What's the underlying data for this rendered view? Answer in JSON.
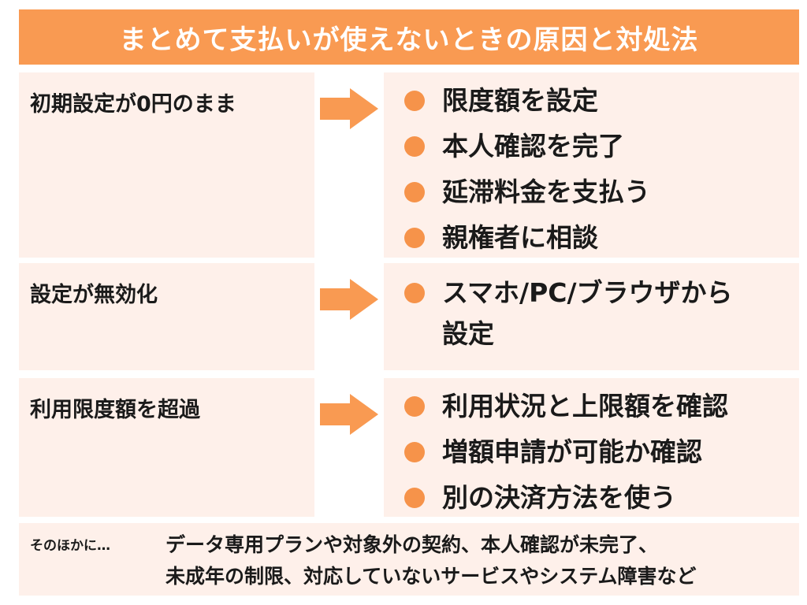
{
  "title": "まとめて支払いが使えないときの原因と対処法",
  "colors": {
    "accent": "#f99a52",
    "panel": "#fef0ea",
    "bullet": "#f6934a"
  },
  "rows": [
    {
      "cause": "初期設定が0円のまま",
      "solutions": [
        "限度額を設定",
        "本人確認を完了",
        "延滞料金を支払う",
        "親権者に相談"
      ]
    },
    {
      "cause": "設定が無効化",
      "solutions": [
        "スマホ/PC/ブラウザから",
        "設定"
      ]
    },
    {
      "cause": "利用限度額を超過",
      "solutions": [
        "利用状況と上限額を確認",
        "増額申請が可能か確認",
        "別の決済方法を使う"
      ]
    }
  ],
  "other": {
    "label": "そのほかに…",
    "lines": [
      "データ専用プランや対象外の契約、本人確認が未完了、",
      "未成年の制限、対応していないサービスやシステム障害など"
    ]
  }
}
